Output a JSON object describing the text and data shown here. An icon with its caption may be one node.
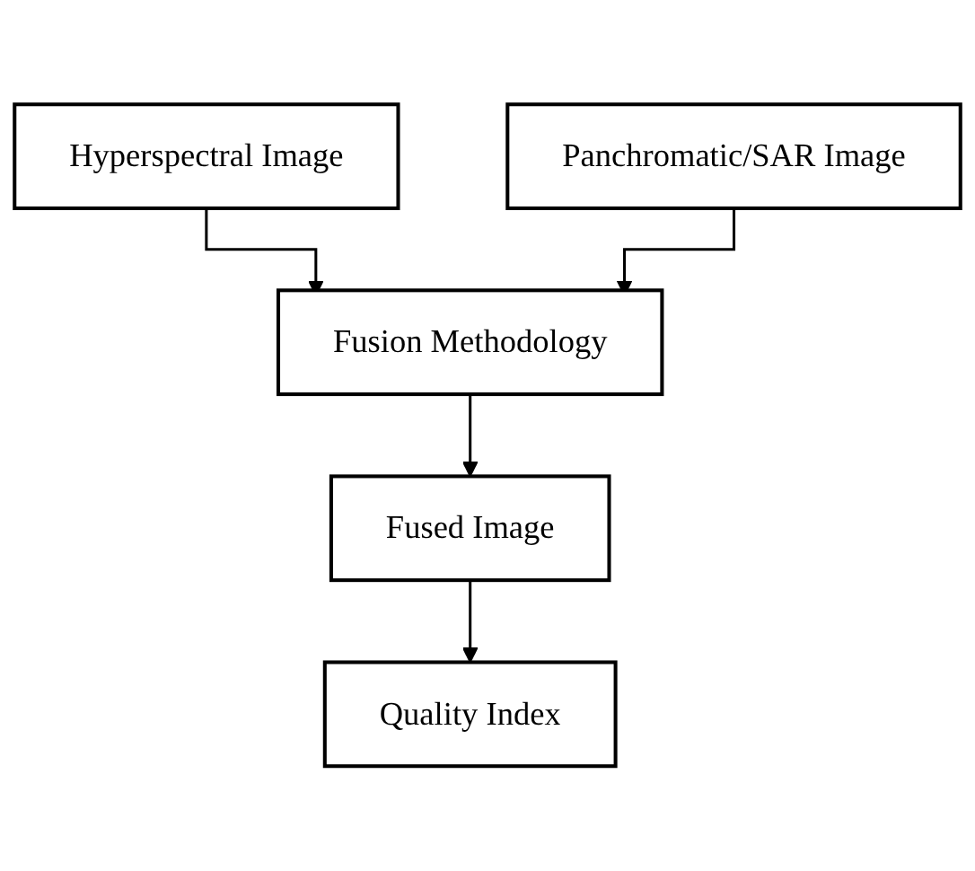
{
  "diagram": {
    "nodes": [
      {
        "text": [
          "Hyperspectral Image"
        ]
      },
      {
        "text": [
          "Panchromatic/SAR Image"
        ]
      },
      {
        "text": [
          "Fusion Methodology"
        ]
      },
      {
        "text": [
          "Fused Image"
        ]
      },
      {
        "text": [
          "Quality Index"
        ]
      }
    ],
    "edges": [
      {
        "from": 0,
        "to": 2,
        "arrow": "to"
      },
      {
        "from": 1,
        "to": 2,
        "arrow": "to"
      },
      {
        "from": 2,
        "to": 3,
        "arrow": "to"
      },
      {
        "from": 3,
        "to": 4,
        "arrow": "to"
      }
    ]
  }
}
